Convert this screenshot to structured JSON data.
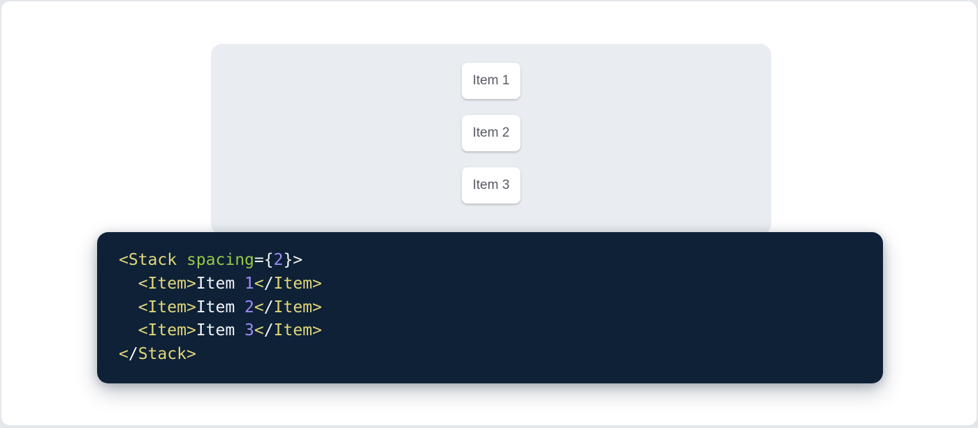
{
  "page": {
    "background": "#e3e7eb",
    "card_background": "#ffffff"
  },
  "demo": {
    "panel_background": "#e9ecf0",
    "item_text_color": "#565a61",
    "items": [
      {
        "label": "Item 1"
      },
      {
        "label": "Item 2"
      },
      {
        "label": "Item 3"
      }
    ]
  },
  "code_block": {
    "background": "#0e2137",
    "colors": {
      "tag": "#e1d778",
      "attr": "#96c846",
      "plain": "#f2f5f7",
      "number": "#a08cfa"
    },
    "lines": [
      {
        "tokens": [
          {
            "t": "<Stack",
            "c": "tag"
          },
          {
            "t": " ",
            "c": "plain"
          },
          {
            "t": "spacing",
            "c": "attr"
          },
          {
            "t": "={",
            "c": "plain"
          },
          {
            "t": "2",
            "c": "number"
          },
          {
            "t": "}>",
            "c": "plain"
          }
        ]
      },
      {
        "tokens": [
          {
            "t": "  ",
            "c": "plain"
          },
          {
            "t": "<Item>",
            "c": "tag"
          },
          {
            "t": "Item ",
            "c": "plain"
          },
          {
            "t": "1",
            "c": "number"
          },
          {
            "t": "<",
            "c": "tag"
          },
          {
            "t": "/",
            "c": "plain"
          },
          {
            "t": "Item>",
            "c": "tag"
          }
        ]
      },
      {
        "tokens": [
          {
            "t": "  ",
            "c": "plain"
          },
          {
            "t": "<Item>",
            "c": "tag"
          },
          {
            "t": "Item ",
            "c": "plain"
          },
          {
            "t": "2",
            "c": "number"
          },
          {
            "t": "<",
            "c": "tag"
          },
          {
            "t": "/",
            "c": "plain"
          },
          {
            "t": "Item>",
            "c": "tag"
          }
        ]
      },
      {
        "tokens": [
          {
            "t": "  ",
            "c": "plain"
          },
          {
            "t": "<Item>",
            "c": "tag"
          },
          {
            "t": "Item ",
            "c": "plain"
          },
          {
            "t": "3",
            "c": "number"
          },
          {
            "t": "<",
            "c": "tag"
          },
          {
            "t": "/",
            "c": "plain"
          },
          {
            "t": "Item>",
            "c": "tag"
          }
        ]
      },
      {
        "tokens": [
          {
            "t": "<",
            "c": "tag"
          },
          {
            "t": "/",
            "c": "plain"
          },
          {
            "t": "Stack>",
            "c": "tag"
          }
        ]
      }
    ]
  }
}
